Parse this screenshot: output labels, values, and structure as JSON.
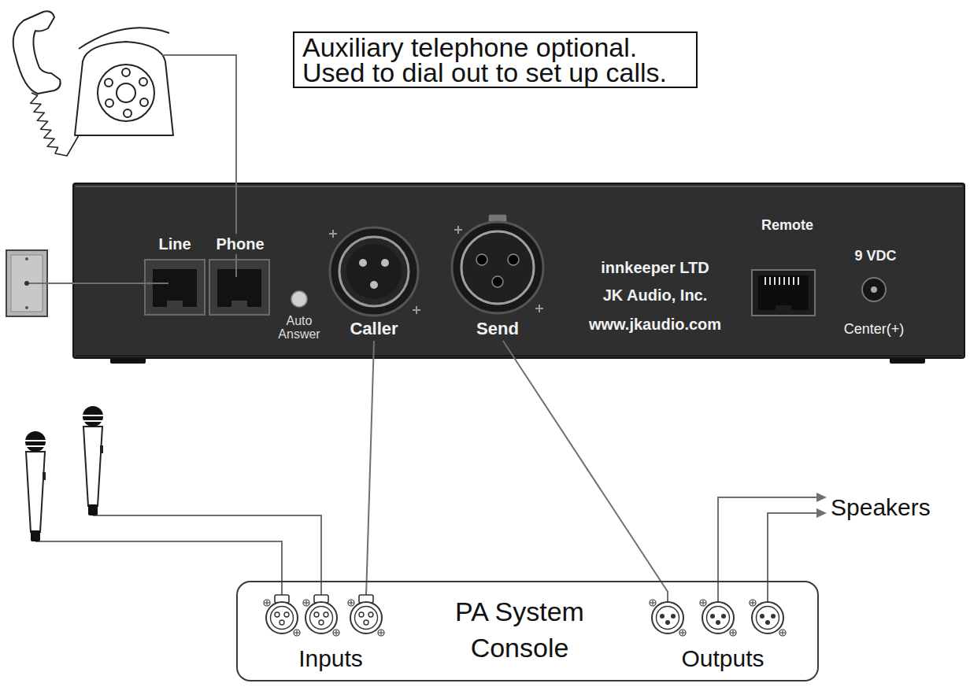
{
  "diagram": {
    "nodes": [
      {
        "text": [
          "Auxiliary telephone optional. Used to dial out to set up calls."
        ]
      },
      {
        "text": [
          "innkeeper LTD",
          "JK Audio, Inc.",
          "www.jkaudio.com"
        ]
      },
      {
        "text": [
          "Line"
        ],
        "in": 1
      },
      {
        "text": [
          "Phone"
        ],
        "in": 1
      },
      {
        "text": [
          "Caller"
        ],
        "in": 1
      },
      {
        "text": [
          "Send"
        ],
        "in": 1
      },
      {
        "text": [
          "Remote"
        ],
        "in": 1
      },
      {
        "text": [
          "9 VDC",
          "Center(+)"
        ],
        "in": 1
      },
      {
        "text": [
          "PA System Console"
        ]
      },
      {
        "text": [
          "Inputs"
        ],
        "in": 8
      },
      {
        "text": [
          "Outputs"
        ],
        "in": 8
      }
    ],
    "edges": [
      {
        "from": 4,
        "to": 9,
        "arrow": "none"
      },
      {
        "from": 5,
        "to": 10,
        "arrow": "none"
      }
    ],
    "labels": [
      "Auto Answer",
      "Speakers"
    ]
  }
}
